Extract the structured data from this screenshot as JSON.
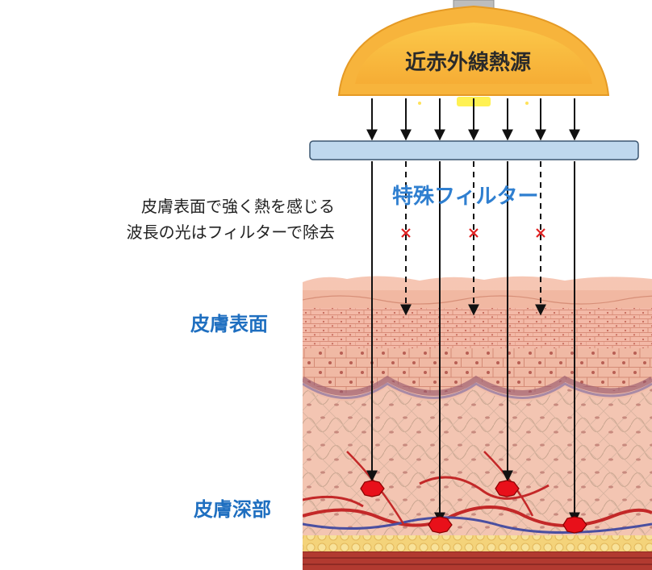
{
  "heat_source": {
    "label": "近赤外線熱源"
  },
  "filter": {
    "label": "特殊フィルター"
  },
  "note": {
    "lines": [
      "皮膚表面で強く熱を感じる",
      "波長の光はフィルターで除去"
    ]
  },
  "layers": {
    "surface_label": "皮膚表面",
    "deep_label": "皮膚深部"
  },
  "colors": {
    "lamp_outer": "#f7b43c",
    "lamp_inner": "#fbc94a",
    "filter_fill": "#bfd8ee",
    "filter_border": "#3b5670",
    "label_blue": "#1f6fc0",
    "filter_text": "#2f7fd0",
    "block_mark": "#e02020",
    "hot_spot": "#e8101a"
  },
  "icons": {
    "blocked_mark": "x-mark-icon",
    "absorption_spot": "hot-spot-icon"
  }
}
